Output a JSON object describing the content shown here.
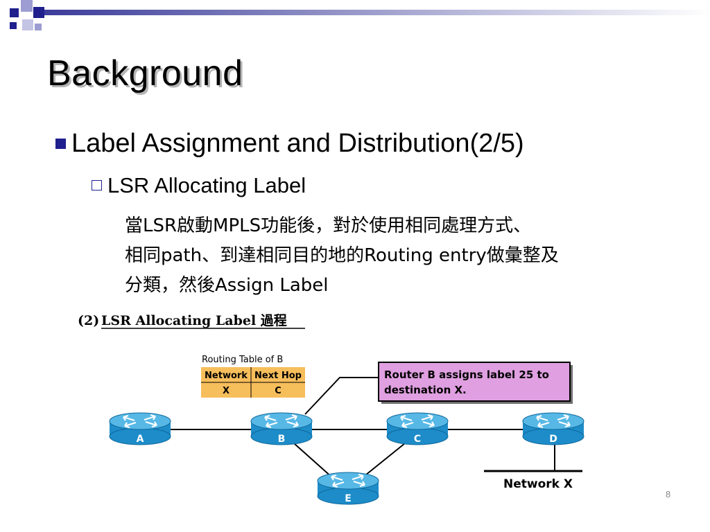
{
  "slide": {
    "title": "Background",
    "bullet_level1": "Label Assignment and Distribution(2/5)",
    "bullet_level2": "LSR Allocating Label",
    "body_lines": [
      "當LSR啟動MPLS功能後，對於使用相同處理方式、",
      "相同path、到達相同目的地的Routing entry做彙整及",
      "分類，然後Assign Label"
    ],
    "page_number": "8"
  },
  "diagram": {
    "caption_prefix": "(2)",
    "caption": "LSR Allocating Label 過程",
    "routing_table": {
      "title": "Routing Table of B",
      "headers": [
        "Network",
        "Next Hop"
      ],
      "rows": [
        [
          "X",
          "C"
        ]
      ]
    },
    "callout_lines": [
      "Router B assigns label 25 to",
      "destination X."
    ],
    "routers": [
      "A",
      "B",
      "C",
      "D",
      "E"
    ],
    "network_label": "Network X",
    "colors": {
      "router_fill": "#1d8cc9",
      "router_top": "#57b8e6",
      "table_fill": "#f7be5c",
      "callout_fill": "#df9fe0",
      "bullet": "#1f1f8e"
    }
  }
}
